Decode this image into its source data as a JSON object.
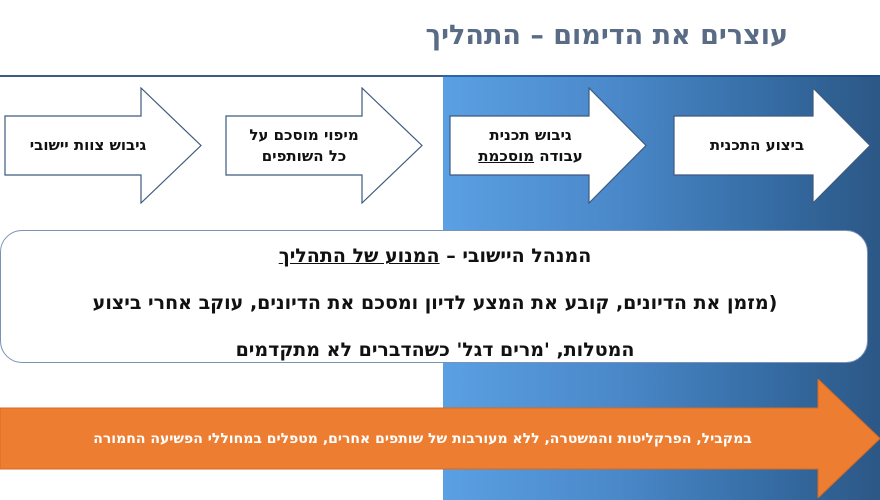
{
  "title": "עוצרים את הדימום – התהליך",
  "arrows": [
    {
      "label": "גיבוש צוות יישובי"
    },
    {
      "line1": "מיפוי מוסכם על",
      "line2": "כל השותפים"
    },
    {
      "line1": "גיבוש תכנית",
      "line2_prefix": "עבודה ",
      "line2_underlined": "מוסכמת"
    },
    {
      "label": "ביצוע התכנית"
    }
  ],
  "manager": {
    "heading_plain": "המנהל היישובי – ",
    "heading_underlined": "המנוע של התהליך",
    "body_line1": "(מזמן את הדיונים, קובע את המצע לדיון ומסכם את הדיונים, עוקב אחרי ביצוע",
    "body_line2": "המטלות, 'מרים דגל' כשהדברים לא מתקדמים"
  },
  "banner": {
    "text": "במקביל, הפרקליטות והמשטרה, ללא מעורבות של שותפים אחרים,  מטפלים במחוללי הפשיעה החמורה"
  },
  "colors": {
    "title": "#5a6b86",
    "panel_gradient_start": "#5aa0e3",
    "panel_gradient_end": "#2c5786",
    "arrow_outline": "#3d5a80",
    "banner": "#ed7d31"
  }
}
